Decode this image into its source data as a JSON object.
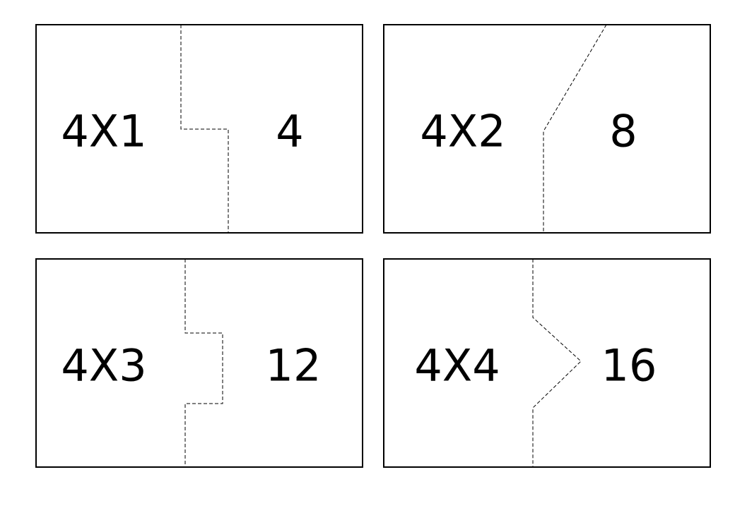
{
  "cards": [
    {
      "question": "4X1",
      "answer": "4"
    },
    {
      "question": "4X2",
      "answer": "8"
    },
    {
      "question": "4X3",
      "answer": "12"
    },
    {
      "question": "4X4",
      "answer": "16"
    }
  ],
  "colors": {
    "ink": "#000000",
    "paper": "#ffffff"
  }
}
